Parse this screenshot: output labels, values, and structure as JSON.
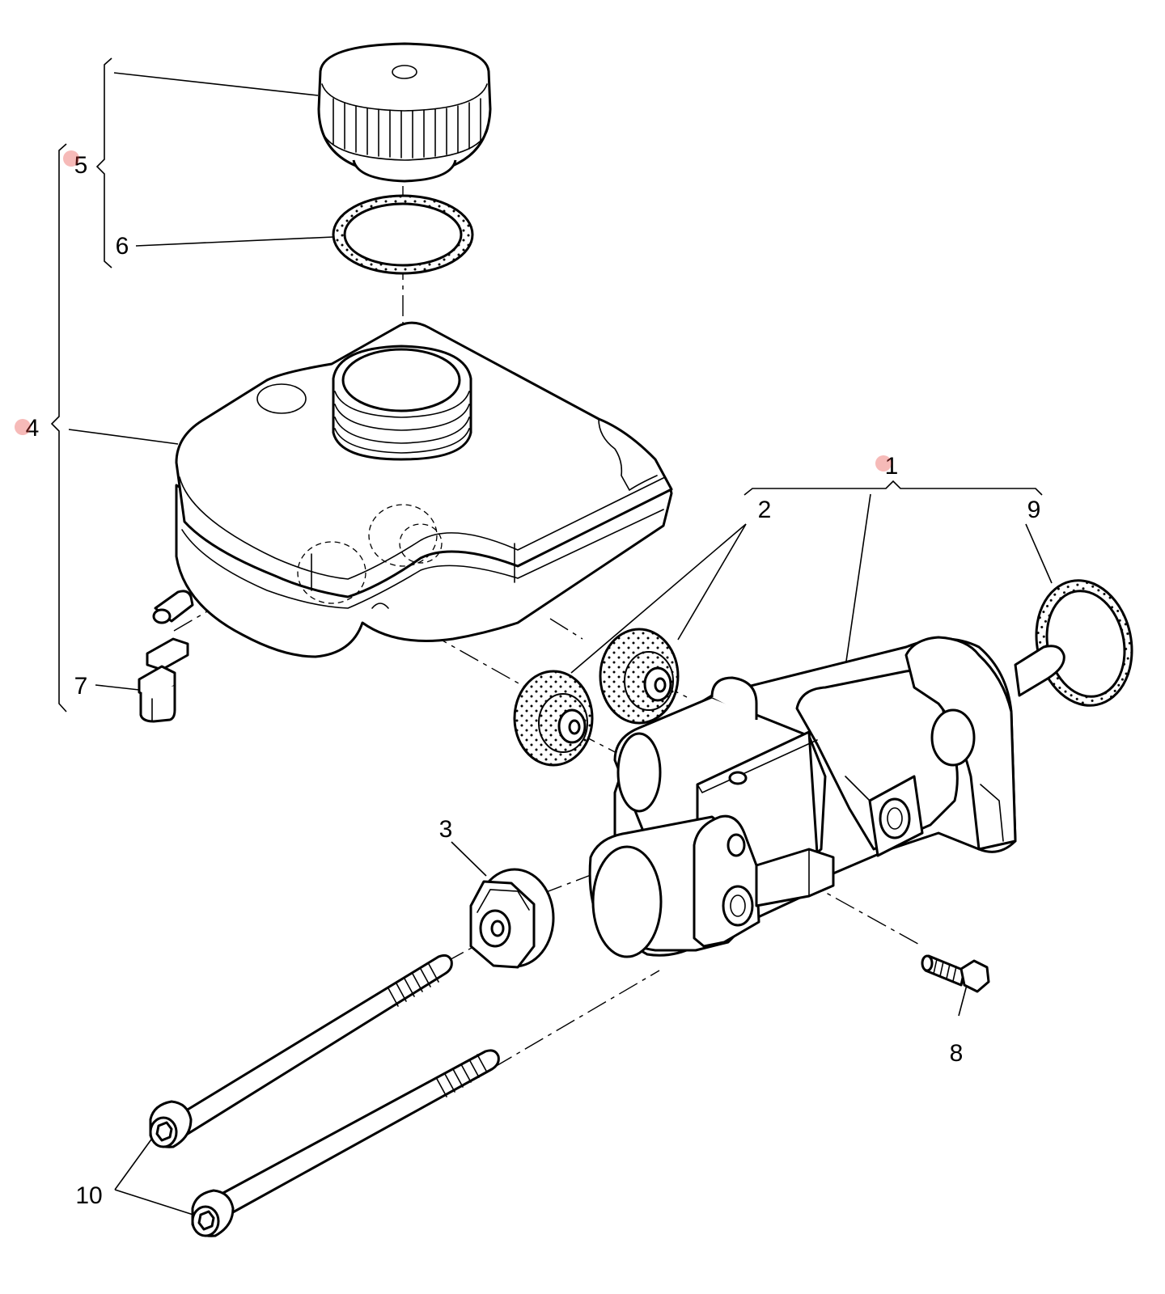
{
  "callouts": {
    "c1": "1",
    "c2": "2",
    "c3": "3",
    "c4": "4",
    "c5": "5",
    "c6": "6",
    "c7": "7",
    "c8": "8",
    "c9": "9",
    "c10": "10"
  },
  "hotspot_color": "#e53935"
}
